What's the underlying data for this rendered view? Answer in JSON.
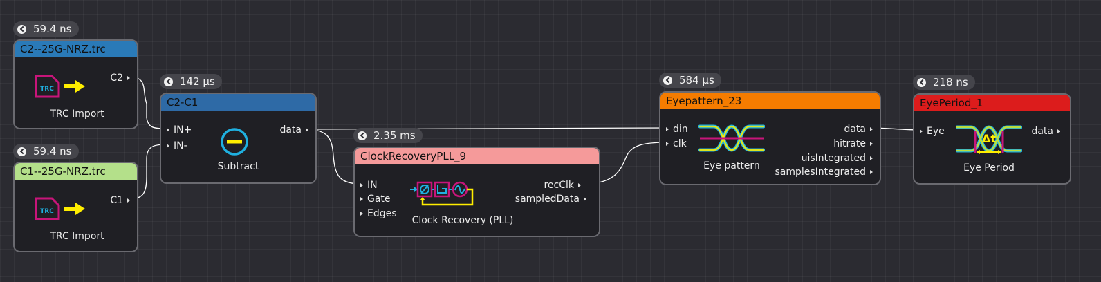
{
  "blocks": {
    "c2_import": {
      "timing": "59.4 ns",
      "title": "C2--25G-NRZ.trc",
      "header_color": "#2a7ab8",
      "caption": "TRC Import",
      "icon_text": "TRC",
      "outputs": [
        "C2"
      ]
    },
    "c1_import": {
      "timing": "59.4 ns",
      "title": "C1--25G-NRZ.trc",
      "header_color": "#b4e08a",
      "caption": "TRC Import",
      "icon_text": "TRC",
      "outputs": [
        "C1"
      ]
    },
    "subtract": {
      "timing": "142 µs",
      "title": "C2-C1",
      "header_color": "#2e6aa6",
      "caption": "Subtract",
      "inputs": [
        "IN+",
        "IN-"
      ],
      "outputs": [
        "data"
      ]
    },
    "clock_recovery": {
      "timing": "2.35 ms",
      "title": "ClockRecoveryPLL_9",
      "header_color": "#f59a9a",
      "caption": "Clock Recovery (PLL)",
      "inputs": [
        "IN",
        "Gate",
        "Edges"
      ],
      "outputs": [
        "recClk",
        "sampledData"
      ]
    },
    "eyepattern": {
      "timing": "584 µs",
      "title": "Eyepattern_23",
      "header_color": "#f57c00",
      "caption": "Eye pattern",
      "inputs": [
        "din",
        "clk"
      ],
      "outputs": [
        "data",
        "hitrate",
        "uisIntegrated",
        "samplesIntegrated"
      ]
    },
    "eye_period": {
      "timing": "218 ns",
      "title": "EyePeriod_1",
      "header_color": "#dc1c1c",
      "caption": "Eye Period",
      "icon_text": "Δt",
      "inputs": [
        "Eye"
      ],
      "outputs": [
        "data"
      ]
    }
  },
  "icons": {
    "import": "trc-file-arrow-icon",
    "subtract": "subtract-icon",
    "pll": "pll-icon",
    "eye": "eye-diagram-icon",
    "eye_period": "eye-period-icon"
  },
  "colors": {
    "wire": "#ffffff",
    "magenta": "#c8157a",
    "yellow": "#ffee00",
    "cyan": "#1fb0e0"
  }
}
